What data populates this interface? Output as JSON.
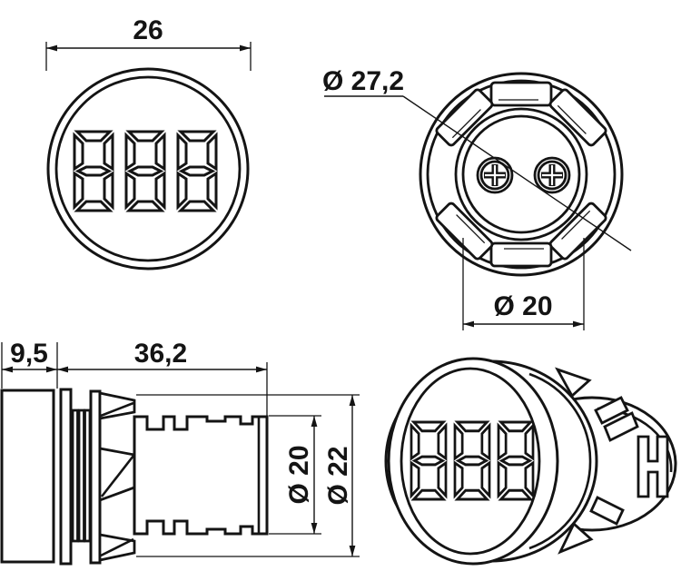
{
  "colors": {
    "line": "#141414",
    "background": "#ffffff"
  },
  "front": {
    "dim_width": "26",
    "display_value": "888"
  },
  "rear": {
    "dim_flange": "Ø 27,2",
    "dim_holes": "Ø 20"
  },
  "side": {
    "dim_head": "9,5",
    "dim_length": "36,2",
    "dim_barrel": "Ø 20",
    "dim_body": "Ø 22"
  },
  "iso": {
    "display_value": "888"
  }
}
